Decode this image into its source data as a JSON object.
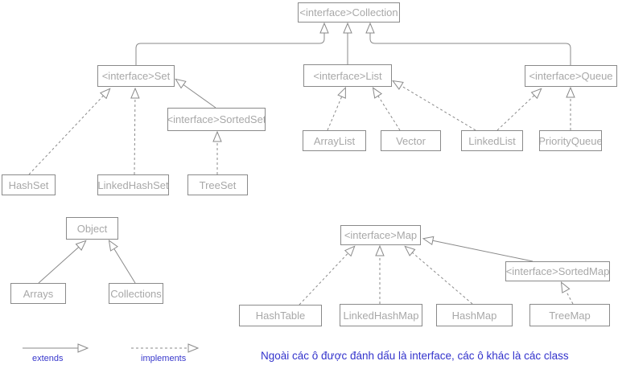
{
  "diagram": {
    "nodes": [
      {
        "id": "collection",
        "label": "<interface>Collection",
        "kind": "interface"
      },
      {
        "id": "set",
        "label": "<interface>Set",
        "kind": "interface"
      },
      {
        "id": "list",
        "label": "<interface>List",
        "kind": "interface"
      },
      {
        "id": "queue",
        "label": "<interface>Queue",
        "kind": "interface"
      },
      {
        "id": "sortedset",
        "label": "<interface>SortedSet",
        "kind": "interface"
      },
      {
        "id": "hashset",
        "label": "HashSet",
        "kind": "class"
      },
      {
        "id": "linkedhashset",
        "label": "LinkedHashSet",
        "kind": "class"
      },
      {
        "id": "treeset",
        "label": "TreeSet",
        "kind": "class"
      },
      {
        "id": "arraylist",
        "label": "ArrayList",
        "kind": "class"
      },
      {
        "id": "vector",
        "label": "Vector",
        "kind": "class"
      },
      {
        "id": "linkedlist",
        "label": "LinkedList",
        "kind": "class"
      },
      {
        "id": "priorityqueue",
        "label": "PriorityQueue",
        "kind": "class"
      },
      {
        "id": "object",
        "label": "Object",
        "kind": "class"
      },
      {
        "id": "arrays",
        "label": "Arrays",
        "kind": "class"
      },
      {
        "id": "collections",
        "label": "Collections",
        "kind": "class"
      },
      {
        "id": "map",
        "label": "<interface>Map",
        "kind": "interface"
      },
      {
        "id": "sortedmap",
        "label": "<interface>SortedMap",
        "kind": "interface"
      },
      {
        "id": "hashtable",
        "label": "HashTable",
        "kind": "class"
      },
      {
        "id": "linkedhashmap",
        "label": "LinkedHashMap",
        "kind": "class"
      },
      {
        "id": "hashmap",
        "label": "HashMap",
        "kind": "class"
      },
      {
        "id": "treemap",
        "label": "TreeMap",
        "kind": "class"
      }
    ],
    "edges": [
      {
        "from": "set",
        "to": "collection",
        "type": "extends"
      },
      {
        "from": "list",
        "to": "collection",
        "type": "extends"
      },
      {
        "from": "queue",
        "to": "collection",
        "type": "extends"
      },
      {
        "from": "sortedset",
        "to": "set",
        "type": "extends"
      },
      {
        "from": "sortedmap",
        "to": "map",
        "type": "extends"
      },
      {
        "from": "arrays",
        "to": "object",
        "type": "extends"
      },
      {
        "from": "collections",
        "to": "object",
        "type": "extends"
      },
      {
        "from": "hashset",
        "to": "set",
        "type": "implements"
      },
      {
        "from": "linkedhashset",
        "to": "set",
        "type": "implements"
      },
      {
        "from": "treeset",
        "to": "sortedset",
        "type": "implements"
      },
      {
        "from": "arraylist",
        "to": "list",
        "type": "implements"
      },
      {
        "from": "vector",
        "to": "list",
        "type": "implements"
      },
      {
        "from": "linkedlist",
        "to": "list",
        "type": "implements"
      },
      {
        "from": "linkedlist",
        "to": "queue",
        "type": "implements"
      },
      {
        "from": "priorityqueue",
        "to": "queue",
        "type": "implements"
      },
      {
        "from": "hashtable",
        "to": "map",
        "type": "implements"
      },
      {
        "from": "linkedhashmap",
        "to": "map",
        "type": "implements"
      },
      {
        "from": "hashmap",
        "to": "map",
        "type": "implements"
      },
      {
        "from": "treemap",
        "to": "sortedmap",
        "type": "implements"
      }
    ],
    "legend": {
      "extends_label": "extends",
      "implements_label": "implements"
    },
    "note": "Ngoài các ô được đánh dấu là interface, các ô khác là các class",
    "colors": {
      "box_border": "#8a8a8a",
      "box_text": "#a8a8a8",
      "line": "#8a8a8a",
      "legend_text": "#3838cc",
      "note_text": "#3333cc",
      "background": "#ffffff"
    }
  }
}
